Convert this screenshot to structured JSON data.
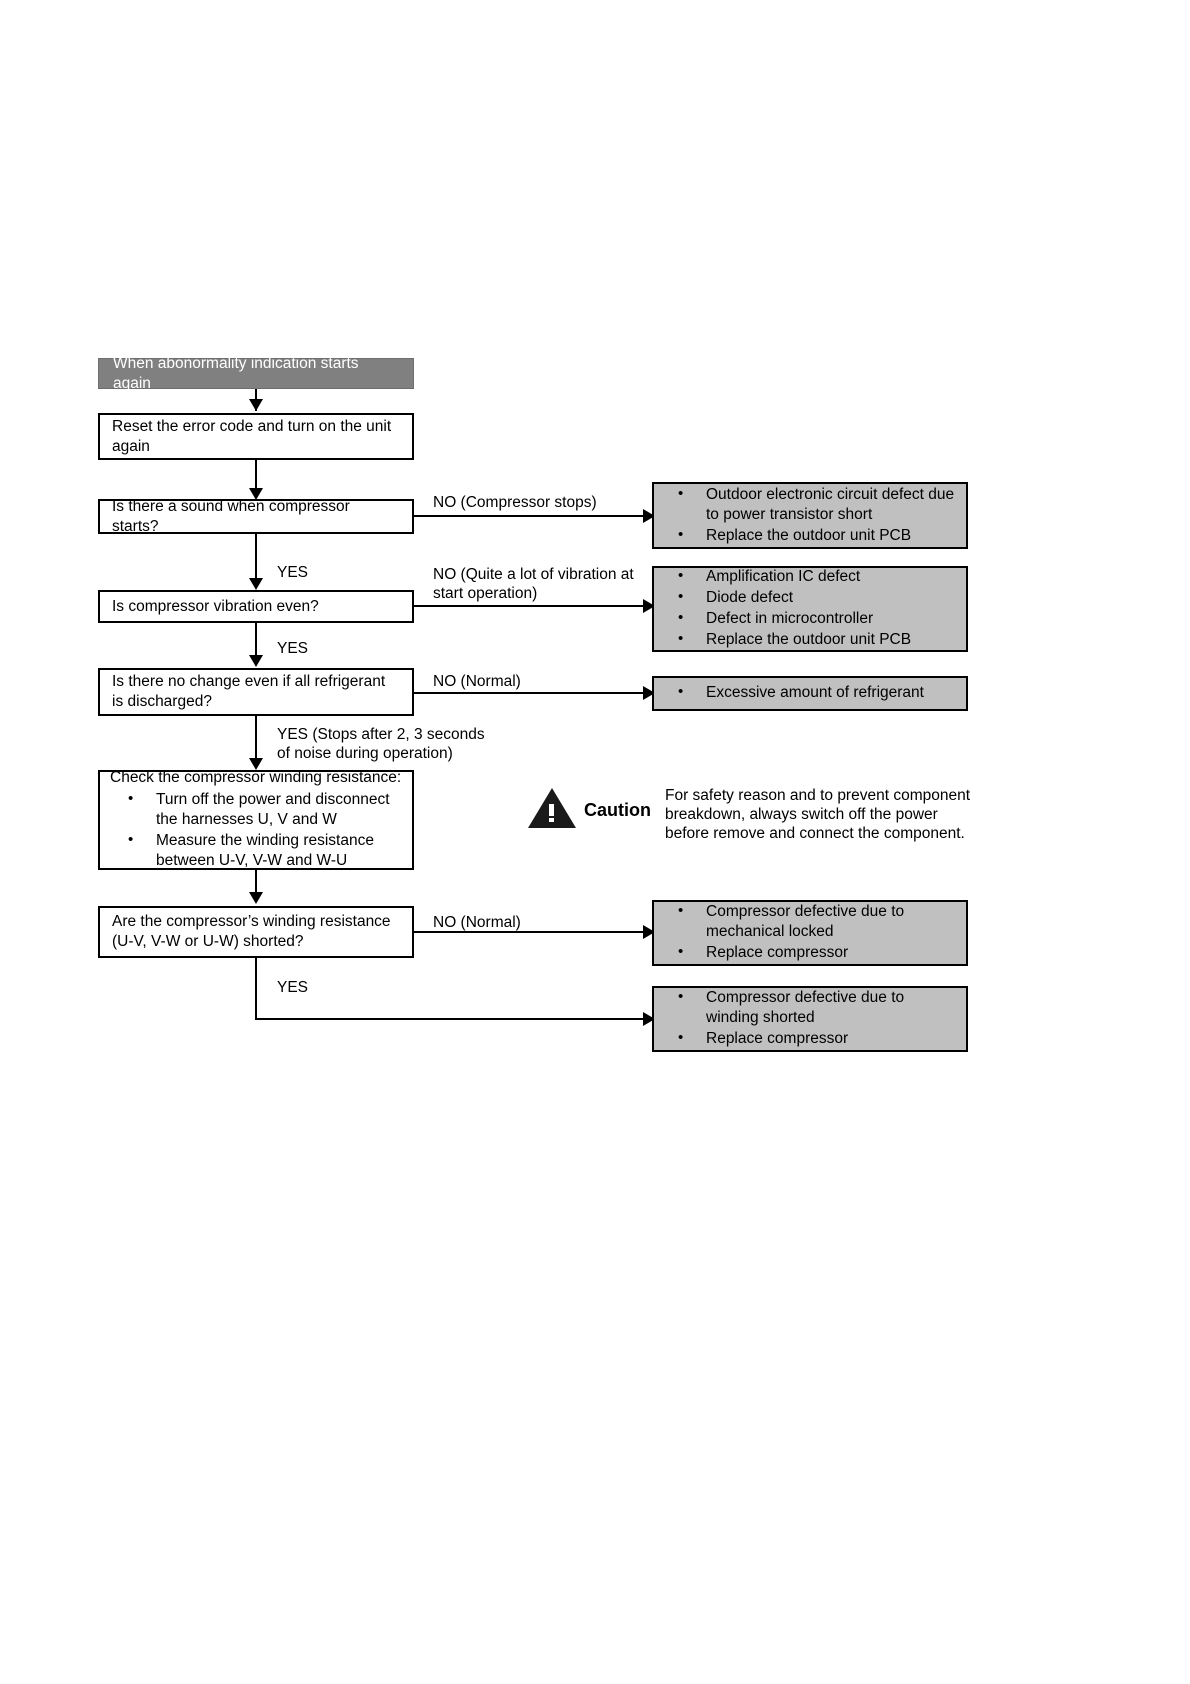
{
  "diagram": {
    "title": "Compressor abnormality troubleshooting flowchart",
    "colors": {
      "header_fill": "#808080",
      "result_fill": "#c0c0c0",
      "line": "#000000",
      "header_text": "#ffffff"
    },
    "start": {
      "label": "When abonormality indication starts again"
    },
    "steps": [
      {
        "id": "reset",
        "label": "Reset the error code and turn on the unit again"
      },
      {
        "id": "sound",
        "label": "Is there a sound when compressor starts?"
      },
      {
        "id": "vibration",
        "label": "Is compressor vibration even?"
      },
      {
        "id": "refrigerant",
        "label": "Is there no change even if all refrigerant is discharged?"
      },
      {
        "id": "check-winding",
        "title": "Check the compressor winding resistance:",
        "bullets": [
          "Turn off the power and disconnect the harnesses U, V and W",
          "Measure the winding resistance between U-V, V-W and W-U"
        ]
      },
      {
        "id": "shorted",
        "label": "Are the compressor’s winding resistance (U-V, V-W or U-W) shorted?"
      }
    ],
    "edge_labels": {
      "sound_no": "NO (Compressor stops)",
      "sound_yes": "YES",
      "vibration_no": "NO (Quite a lot of vibration at\nstart operation)",
      "vibration_yes": "YES",
      "refrigerant_no": "NO (Normal)",
      "refrigerant_yes": "YES (Stops after 2, 3 seconds\nof noise during operation)",
      "shorted_no": "NO (Normal)",
      "shorted_yes": "YES"
    },
    "results": [
      {
        "id": "result-pcb-transistor",
        "bullets": [
          "Outdoor electronic circuit defect due to power transistor short",
          "Replace the outdoor unit PCB"
        ]
      },
      {
        "id": "result-ic-diode",
        "bullets": [
          "Amplification IC defect",
          "Diode defect",
          "Defect in microcontroller",
          "Replace the outdoor unit PCB"
        ]
      },
      {
        "id": "result-refrigerant",
        "bullets": [
          "Excessive amount of refrigerant"
        ]
      },
      {
        "id": "result-mechanical-lock",
        "bullets": [
          "Compressor defective due to mechanical locked",
          "Replace compressor"
        ]
      },
      {
        "id": "result-winding-short",
        "bullets": [
          "Compressor defective due to winding shorted",
          "Replace compressor"
        ]
      }
    ],
    "caution": {
      "label": "Caution",
      "text": "For safety reason and to prevent component breakdown, always switch off the power before remove and connect the component."
    }
  }
}
